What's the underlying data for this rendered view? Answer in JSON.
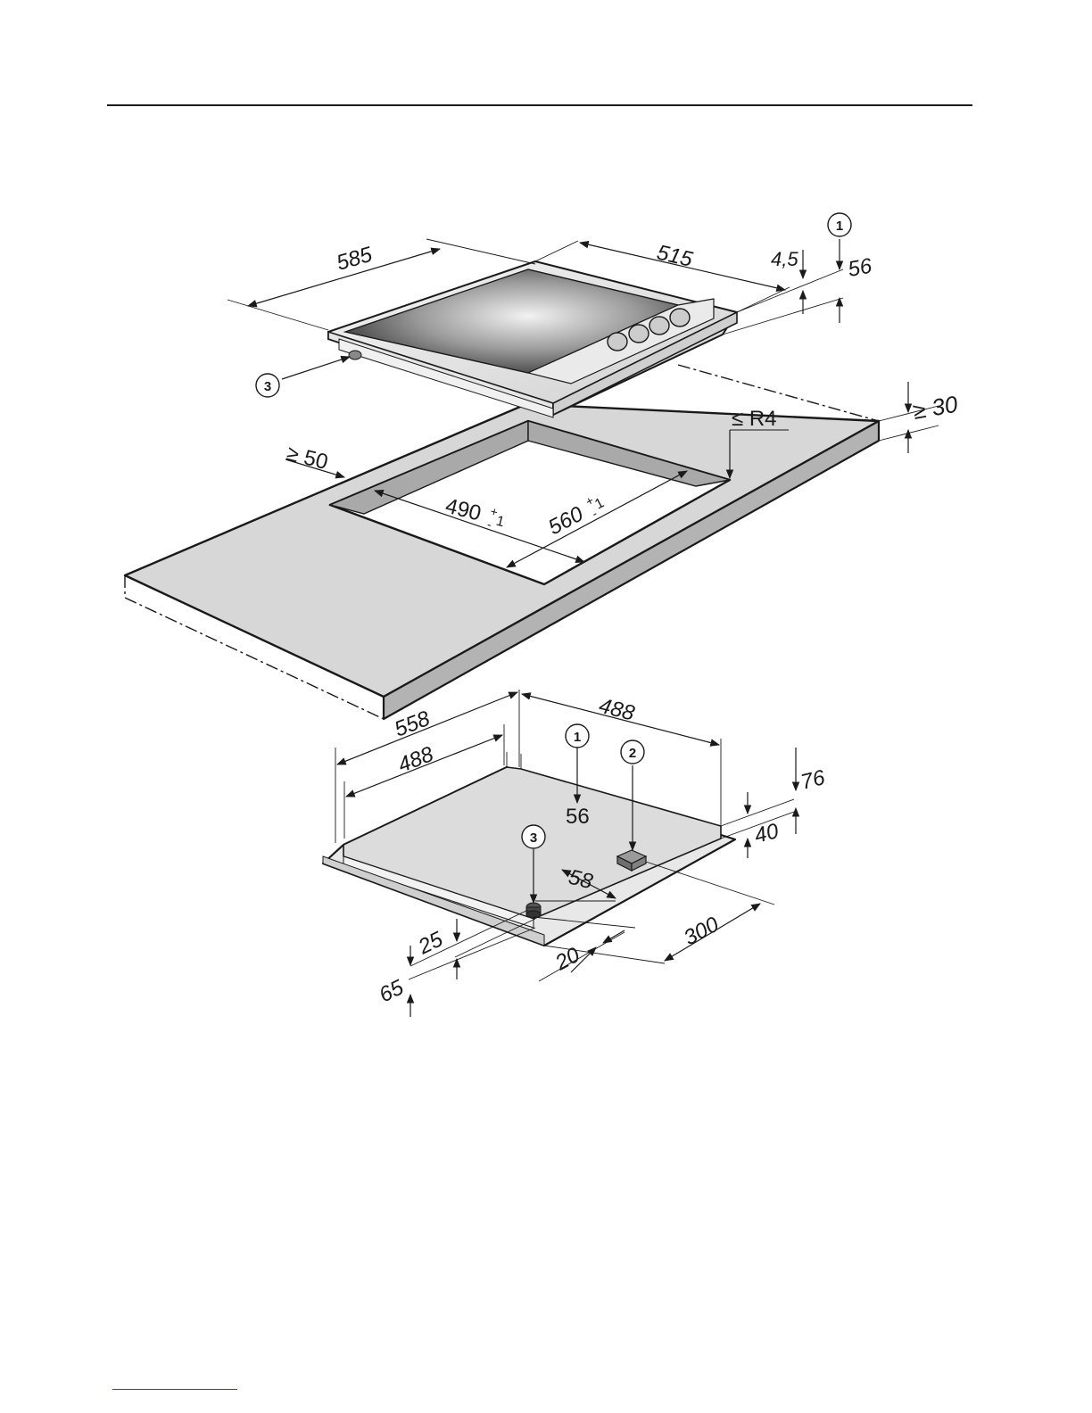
{
  "colors": {
    "line": "#1a1a1a",
    "worktop": "#d7d7d7",
    "worktop_edge": "#b3b3b3",
    "glass_dark": "#4a4a4a",
    "glass_light": "#e8e8e8",
    "underside": "#dcdcdc",
    "footer_link": "#2a3fb3"
  },
  "hob": {
    "width": "585",
    "depth": "515",
    "glass_height": "4,5",
    "callout_1": "1",
    "callout_3": "3",
    "height": "56"
  },
  "cutout": {
    "min_front_distance": "≥ 50",
    "depth_value": "490",
    "depth_tol_plus": "+",
    "depth_tol_minus": "-",
    "depth_tol_val": "1",
    "width_value": "560",
    "width_tol_plus": "+",
    "width_tol_minus": "-",
    "width_tol_val": "1",
    "corner_radius": "≤ R4",
    "worktop_thickness": "≥ 30"
  },
  "underside": {
    "width_outer": "558",
    "width_inner": "488",
    "depth": "488",
    "callout_1": "1",
    "callout_1_value": "56",
    "callout_2": "2",
    "callout_3": "3",
    "height_76": "76",
    "height_40": "40",
    "dim_58": "58",
    "dim_300": "300",
    "dim_20": "20",
    "dim_25": "25",
    "dim_65": "65"
  },
  "icons": {
    "hob": "ceramic-hob-icon",
    "worktop": "worktop-cutout-icon",
    "underside": "hob-underside-icon"
  }
}
